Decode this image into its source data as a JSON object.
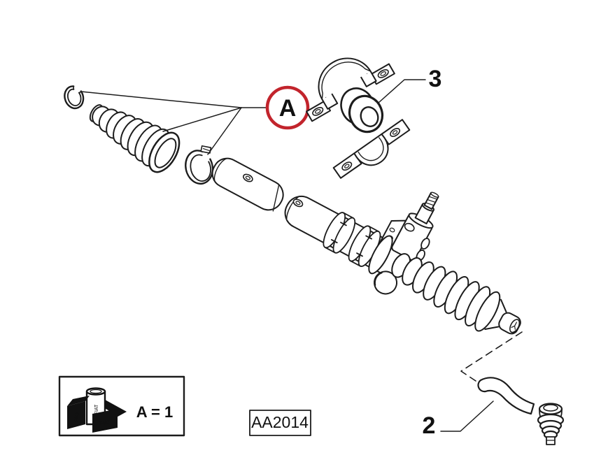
{
  "diagram": {
    "background_color": "#ffffff",
    "line_color": "#1c1c1c",
    "callouts": {
      "kit": {
        "label": "A",
        "ring_color": "#c2242c"
      },
      "tie_rod": {
        "label": "2"
      },
      "bushing": {
        "label": "3"
      }
    },
    "legend": {
      "equation": "A = 1",
      "kit_brand_text": "FIAT"
    },
    "code_box": {
      "code": "AA2014"
    }
  }
}
